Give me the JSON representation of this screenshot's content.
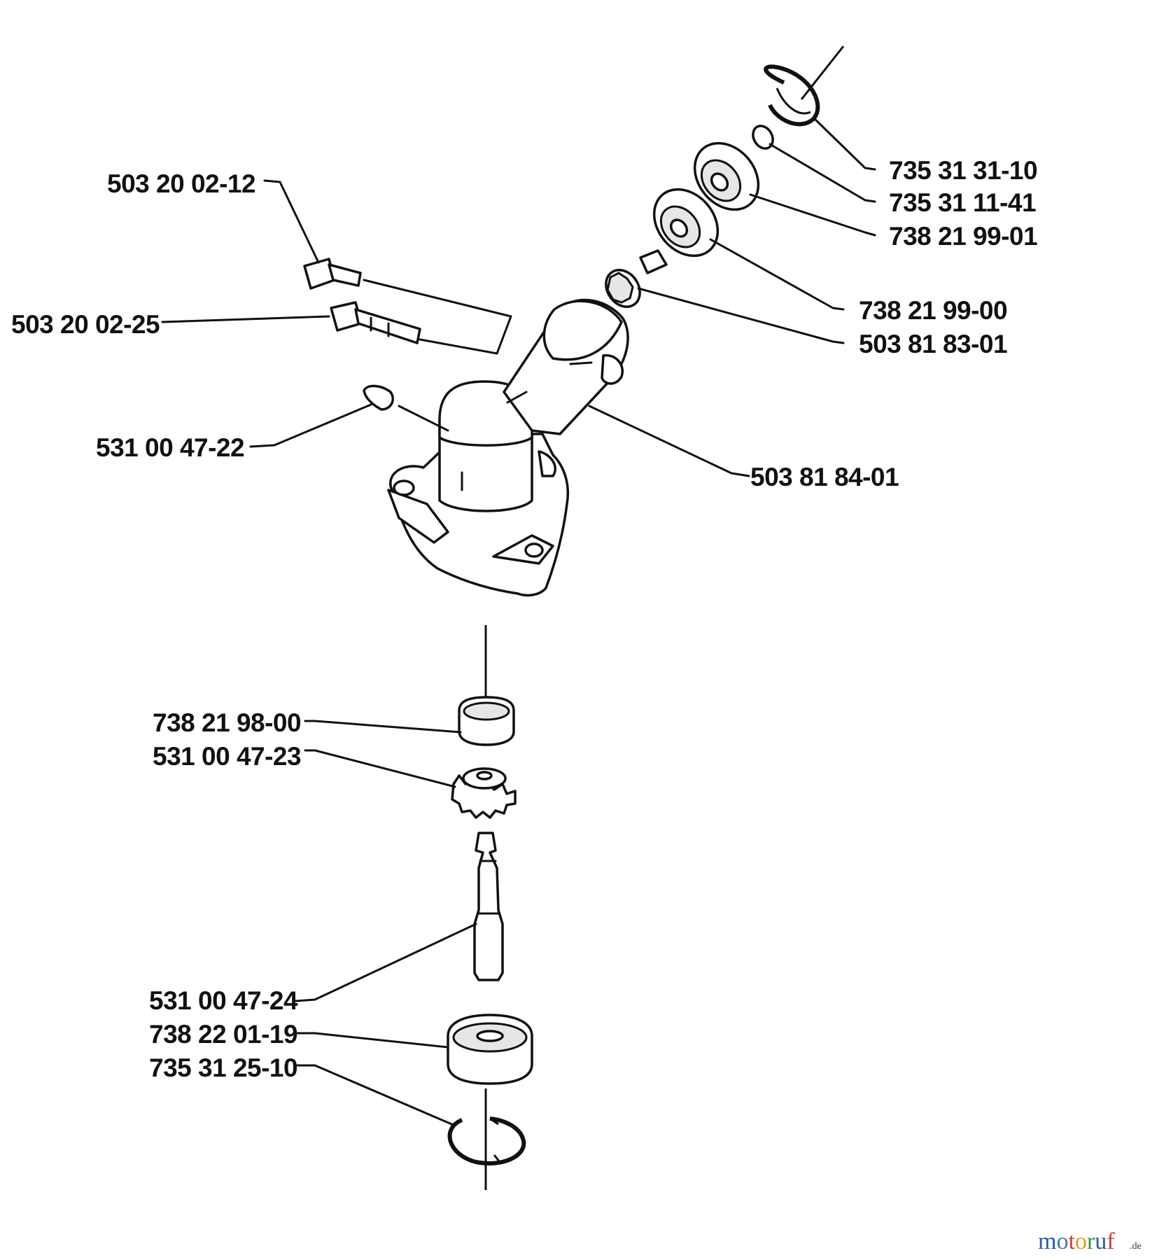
{
  "diagram": {
    "labels": [
      {
        "id": "p1",
        "text": "503 20 02-12"
      },
      {
        "id": "p2",
        "text": "503 20 02-25"
      },
      {
        "id": "p3",
        "text": "531 00 47-22"
      },
      {
        "id": "p4",
        "text": "735 31 31-10"
      },
      {
        "id": "p5",
        "text": "735 31 11-41"
      },
      {
        "id": "p6",
        "text": "738 21 99-01"
      },
      {
        "id": "p7",
        "text": "738 21 99-00"
      },
      {
        "id": "p8",
        "text": "503 81 83-01"
      },
      {
        "id": "p9",
        "text": "503 81 84-01"
      },
      {
        "id": "p10",
        "text": "738 21 98-00"
      },
      {
        "id": "p11",
        "text": "531 00 47-23"
      },
      {
        "id": "p12",
        "text": "531 00 47-24"
      },
      {
        "id": "p13",
        "text": "738 22 01-19"
      },
      {
        "id": "p14",
        "text": "735 31 25-10"
      }
    ]
  },
  "watermark": {
    "letters": [
      "m",
      "o",
      "t",
      "o",
      "r",
      "u",
      "f"
    ],
    "suffix": ".de",
    "colors": [
      "#2a58a8",
      "#3a76c8",
      "#d43a2a",
      "#e89a1a",
      "#2e9a3c",
      "#2a58a8",
      "#d43a2a"
    ]
  }
}
